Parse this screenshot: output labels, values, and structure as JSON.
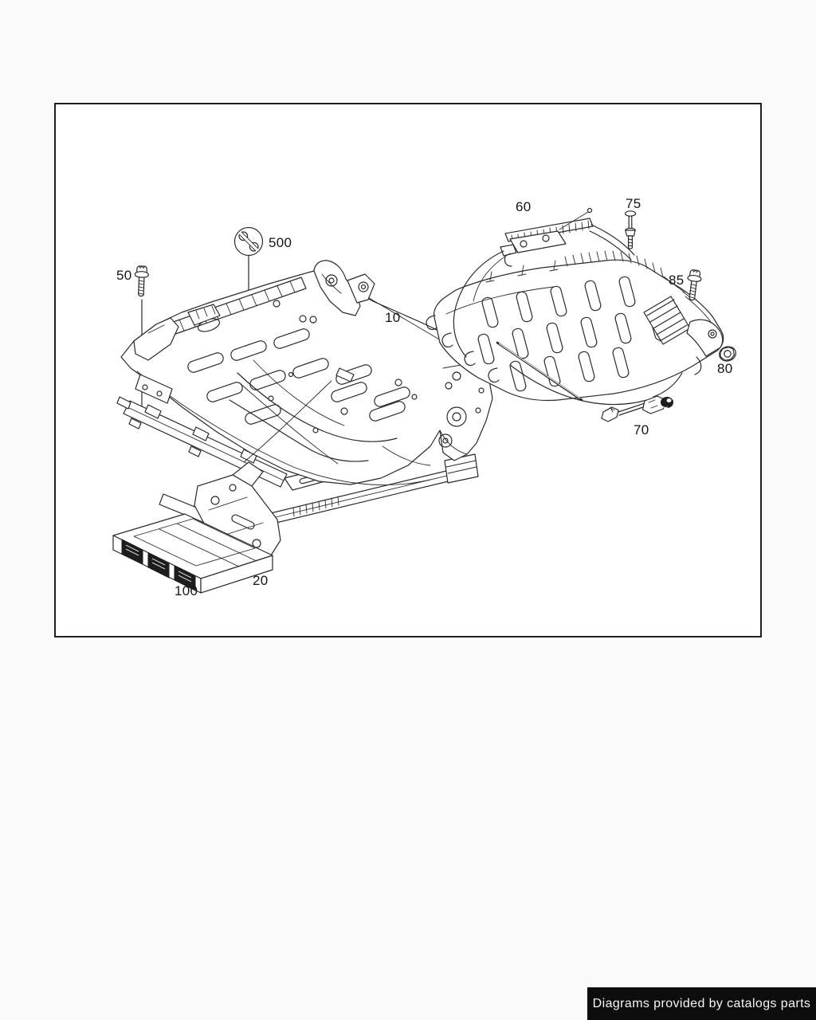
{
  "page": {
    "background": "#fafafa",
    "canvas_background": "#ffffff",
    "border_color": "#1f1f1f",
    "line_color": "#2a2a2a"
  },
  "diagram": {
    "type": "exploded-parts-diagram",
    "subject": "vehicle seat frame and cushion spring assembly",
    "labels": {
      "l500": {
        "text": "500",
        "icon": "wrench-circle-icon"
      },
      "l50": {
        "text": "50",
        "icon": "flange-bolt-icon"
      },
      "l10": {
        "text": "10",
        "icon": ""
      },
      "l60": {
        "text": "60",
        "icon": ""
      },
      "l75": {
        "text": "75",
        "icon": "expansion-pin-icon"
      },
      "l85": {
        "text": "85",
        "icon": "flange-bolt-icon"
      },
      "l80": {
        "text": "80",
        "icon": "flange-nut-icon"
      },
      "l70": {
        "text": "70",
        "icon": "cable-connector-icon"
      },
      "l100": {
        "text": "100",
        "icon": ""
      },
      "l20": {
        "text": "20",
        "icon": ""
      }
    }
  },
  "footer": {
    "text": "Diagrams provided by catalogs parts",
    "background": "#0d0d0d",
    "text_color": "#f5f5f5"
  }
}
